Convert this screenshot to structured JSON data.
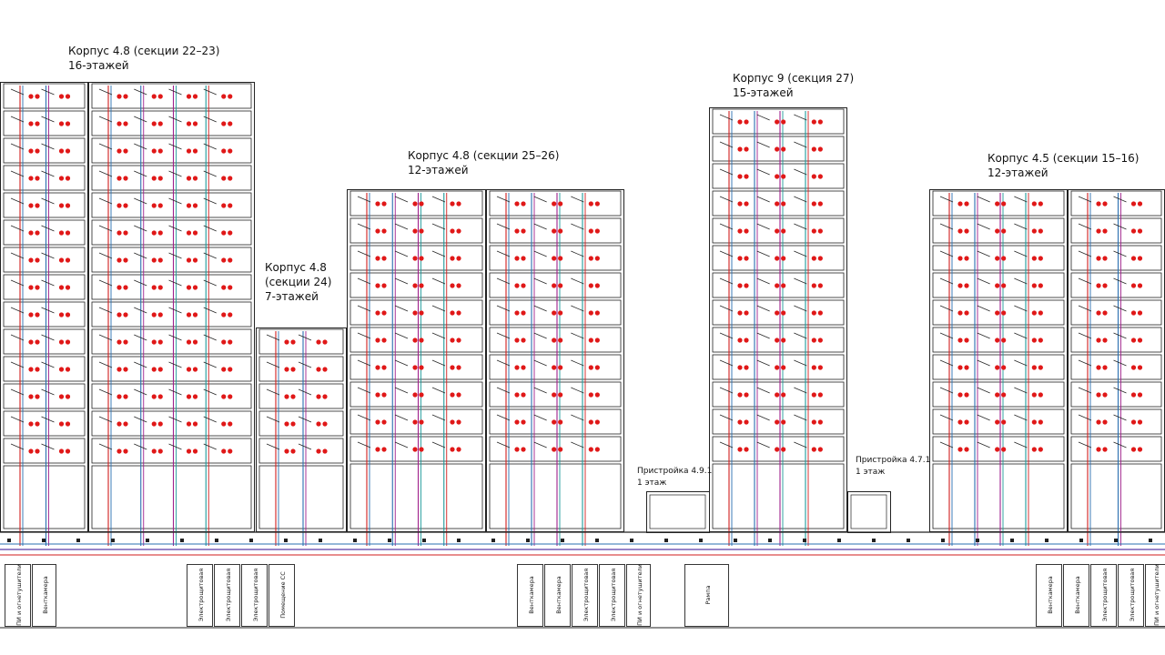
{
  "colors": {
    "wall": "#222222",
    "riser_red": "#d21e1e",
    "riser_blue": "#2a6fb0",
    "riser_magenta": "#a0208c",
    "riser_teal": "#1e9a9a",
    "main_pipe": "#5a3aa8",
    "extinguisher": "#e01818",
    "annotation": "#555555"
  },
  "buildings": [
    {
      "id": "b-4-8-22-23",
      "title_lines": [
        "Корпус 4.8 (секции 22–23)",
        "16-этажей"
      ]
    },
    {
      "id": "b-4-8-24",
      "title_lines": [
        "Корпус 4.8",
        "(секции 24)",
        "7-этажей"
      ]
    },
    {
      "id": "b-4-8-25-26",
      "title_lines": [
        "Корпус 4.8 (секции 25–26)",
        "12-этажей"
      ]
    },
    {
      "id": "b-9-27",
      "title_lines": [
        "Корпус 9 (секция 27)",
        "15-этажей"
      ]
    },
    {
      "id": "b-4-5-15-16",
      "title_lines": [
        "Корпус 4.5 (секции 15–16)",
        "12-этажей"
      ]
    }
  ],
  "annexes": [
    {
      "id": "annex-4-9-1",
      "title_lines": [
        "Пристройка 4.9.1",
        "1 этаж"
      ]
    },
    {
      "id": "annex-4-7-1",
      "title_lines": [
        "Пристройка 4.7.1",
        "1 этаж"
      ]
    }
  ],
  "basement_rooms": [
    "ПИ и огнетушители",
    "Венткамера",
    "Электрощитовая",
    "Электрощитовая",
    "Электрощитовая",
    "Помещение СС",
    "Венткамера",
    "Венткамера",
    "Электрощитовая",
    "Электрощитовая",
    "ПИ и огнетушители",
    "Рампа",
    "Венткамера",
    "Венткамера",
    "Электрощитовая",
    "Электрощитовая",
    "ПИ и огнетушители"
  ]
}
